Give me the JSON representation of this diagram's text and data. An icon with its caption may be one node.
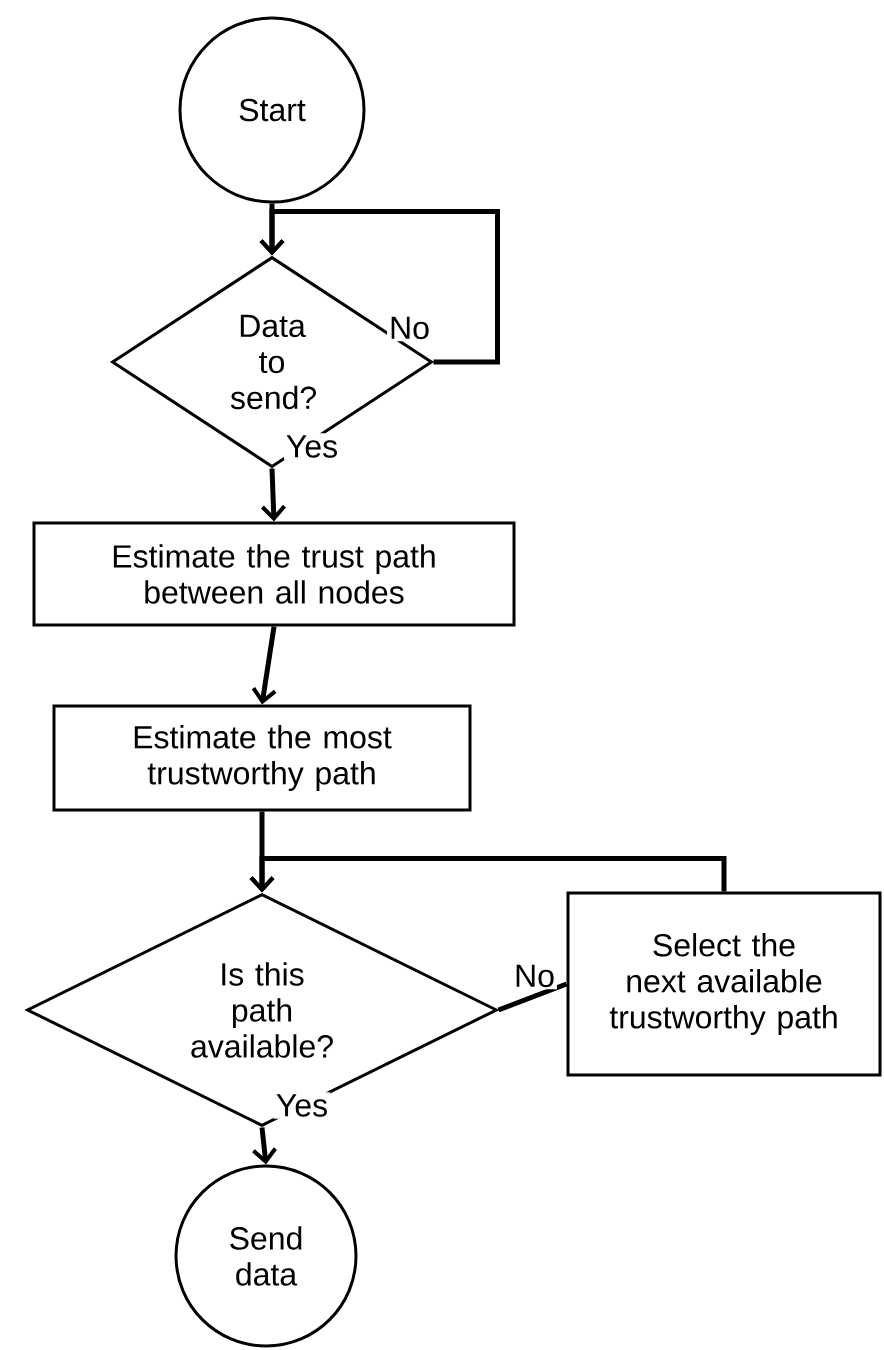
{
  "diagram": {
    "nodes": [
      {
        "text": [
          "Start"
        ]
      },
      {
        "text": [
          "Data to send?"
        ]
      },
      {
        "text": [
          "Estimate the trust path between all nodes"
        ]
      },
      {
        "text": [
          "Estimate the most trustworthy path"
        ]
      },
      {
        "text": [
          "Is this path available?"
        ]
      },
      {
        "text": [
          "Select the next available trustworthy path"
        ]
      },
      {
        "text": [
          "Send data"
        ]
      }
    ],
    "edges": [
      {
        "from": 0,
        "to": 1,
        "arrow": "to"
      },
      {
        "from": 1,
        "to": 1,
        "arrow": "to",
        "label": "No"
      },
      {
        "from": 1,
        "to": 2,
        "arrow": "to",
        "label": "Yes"
      },
      {
        "from": 2,
        "to": 3,
        "arrow": "to"
      },
      {
        "from": 3,
        "to": 4,
        "arrow": "to"
      },
      {
        "from": 4,
        "to": 5,
        "arrow": "none",
        "label": "No"
      },
      {
        "from": 5,
        "to": 4,
        "arrow": "to"
      },
      {
        "from": 4,
        "to": 6,
        "arrow": "to",
        "label": "Yes"
      }
    ]
  }
}
